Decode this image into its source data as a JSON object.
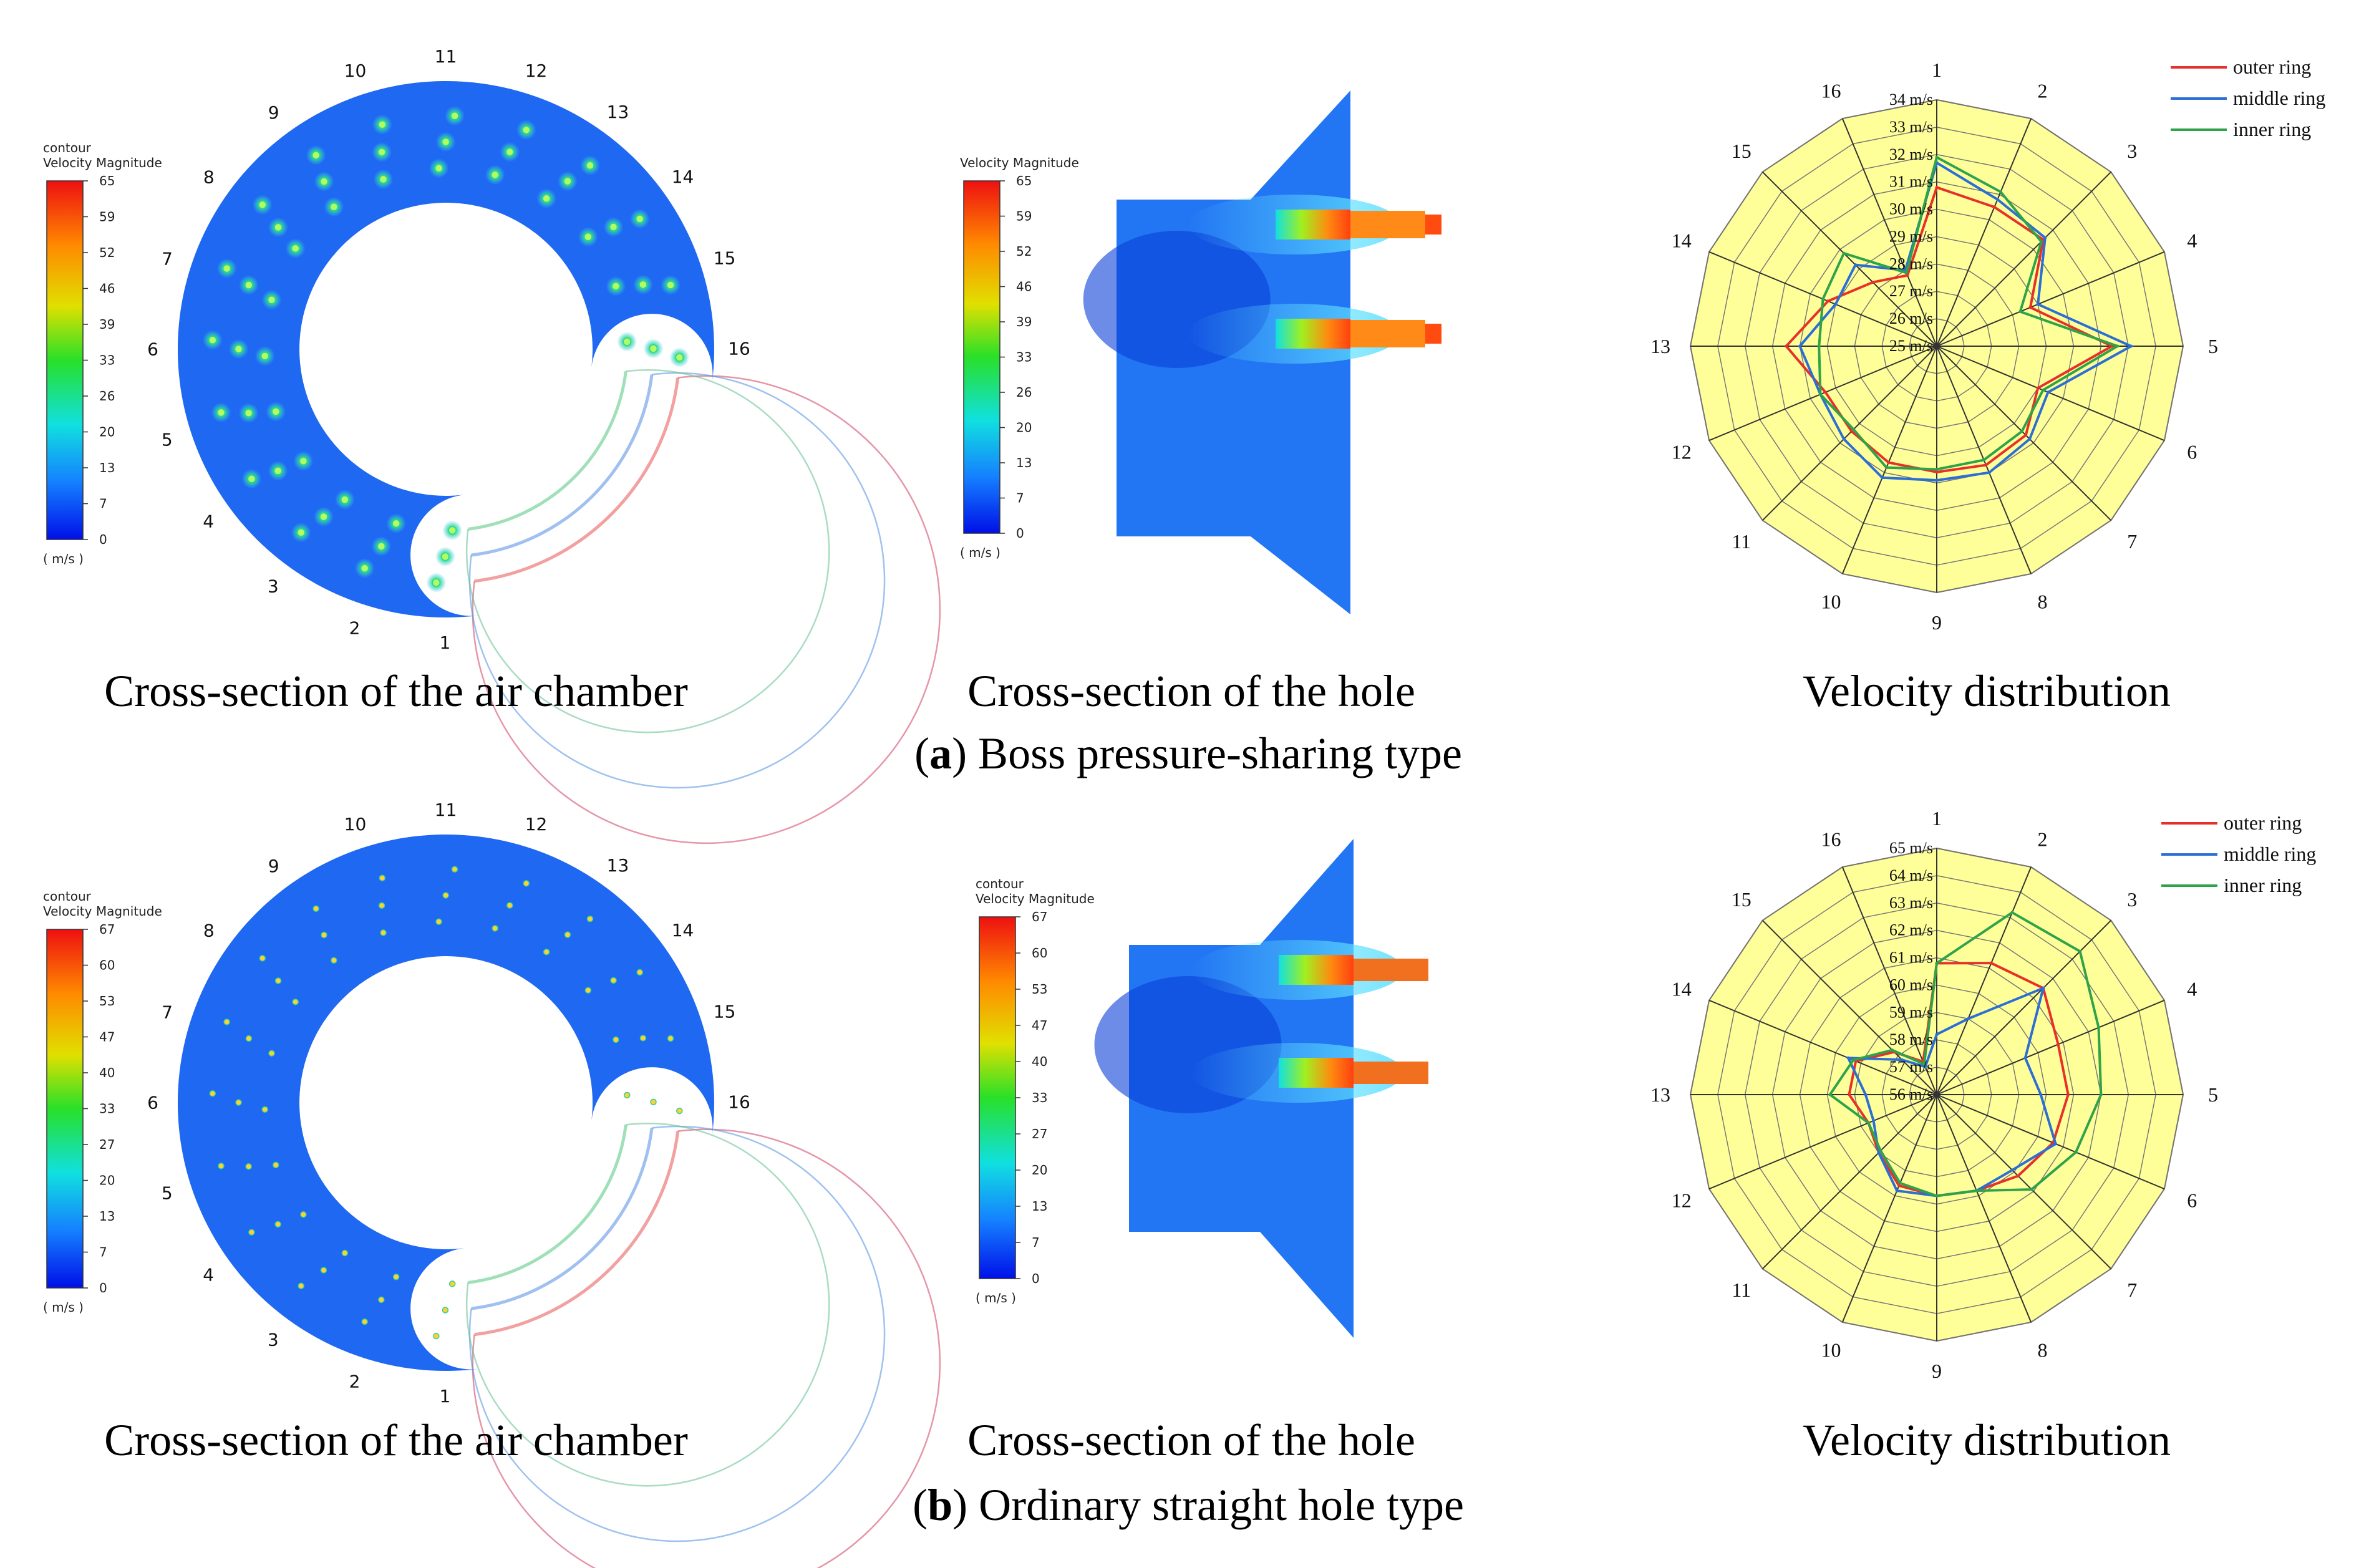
{
  "rows": [
    {
      "caption_letter": "a",
      "caption_text": "Boss pressure-sharing type",
      "chamber": {
        "caption": "Cross-section of the air chamber",
        "legend_header": "contour",
        "legend_title": "Velocity Magnitude",
        "legend_unit": "( m/s )",
        "legend_ticks": [
          "65",
          "59",
          "52",
          "46",
          "39",
          "33",
          "26",
          "20",
          "13",
          "7",
          "0"
        ],
        "hole_labels": [
          "1",
          "2",
          "3",
          "4",
          "5",
          "6",
          "7",
          "8",
          "9",
          "10",
          "11",
          "12",
          "13",
          "14",
          "15",
          "16"
        ]
      },
      "hole": {
        "caption": "Cross-section of the hole",
        "legend_header": "",
        "legend_title": "Velocity Magnitude",
        "legend_unit": "( m/s )",
        "legend_ticks": [
          "65",
          "59",
          "52",
          "46",
          "39",
          "33",
          "26",
          "20",
          "13",
          "7",
          "0"
        ]
      },
      "radar_caption": "Velocity distribution"
    },
    {
      "caption_letter": "b",
      "caption_text": "Ordinary straight hole type",
      "chamber": {
        "caption": "Cross-section of the air chamber",
        "legend_header": "contour",
        "legend_title": "Velocity Magnitude",
        "legend_unit": "( m/s )",
        "legend_ticks": [
          "67",
          "60",
          "53",
          "47",
          "40",
          "33",
          "27",
          "20",
          "13",
          "7",
          "0"
        ],
        "hole_labels": [
          "1",
          "2",
          "3",
          "4",
          "5",
          "6",
          "7",
          "8",
          "9",
          "10",
          "11",
          "12",
          "13",
          "14",
          "15",
          "16"
        ]
      },
      "hole": {
        "caption": "Cross-section of the hole",
        "legend_header": "contour",
        "legend_title": "Velocity Magnitude",
        "legend_unit": "( m/s )",
        "legend_ticks": [
          "67",
          "60",
          "53",
          "47",
          "40",
          "33",
          "27",
          "20",
          "13",
          "7",
          "0"
        ]
      },
      "radar_caption": "Velocity distribution"
    }
  ],
  "colors": {
    "radar_fill": "#ffff99",
    "outer_ring": "#e8302a",
    "middle_ring": "#2b6fd6",
    "inner_ring": "#2ea34a",
    "chamber_fill": "#1a5cf0",
    "jet_core": "#ff5a10"
  },
  "chart_data": [
    {
      "type": "radar",
      "title": "",
      "categories": [
        "1",
        "2",
        "3",
        "4",
        "5",
        "6",
        "7",
        "8",
        "9",
        "10",
        "11",
        "12",
        "13",
        "14",
        "15",
        "16"
      ],
      "radial_ticks": [
        "25 m/s",
        "26 m/s",
        "27 m/s",
        "28 m/s",
        "29 m/s",
        "30 m/s",
        "31 m/s",
        "32 m/s",
        "33 m/s",
        "34 m/s"
      ],
      "rlim": [
        25,
        34
      ],
      "legend_position": "top-right",
      "series": [
        {
          "name": "outer ring",
          "values": [
            30.8,
            30.5,
            30.5,
            28.7,
            31.4,
            29.0,
            29.6,
            29.7,
            29.6,
            29.6,
            29.4,
            29.4,
            30.5,
            29.3,
            28.3,
            27.8
          ]
        },
        {
          "name": "middle ring",
          "values": [
            31.7,
            30.8,
            30.6,
            29.0,
            32.1,
            29.4,
            29.8,
            30.0,
            29.9,
            30.2,
            29.8,
            29.6,
            30.0,
            29.0,
            29.2,
            28.0
          ]
        },
        {
          "name": "inner ring",
          "values": [
            31.9,
            31.1,
            30.4,
            28.3,
            31.6,
            29.2,
            29.4,
            29.5,
            29.5,
            29.8,
            29.3,
            29.6,
            29.3,
            29.5,
            29.8,
            27.9
          ]
        }
      ]
    },
    {
      "type": "radar",
      "title": "",
      "categories": [
        "1",
        "2",
        "3",
        "4",
        "5",
        "6",
        "7",
        "8",
        "9",
        "10",
        "11",
        "12",
        "13",
        "14",
        "15",
        "16"
      ],
      "radial_ticks": [
        "56 m/s",
        "57 m/s",
        "58 m/s",
        "59 m/s",
        "60 m/s",
        "61 m/s",
        "62 m/s",
        "63 m/s",
        "64 m/s",
        "65 m/s"
      ],
      "rlim": [
        56,
        65
      ],
      "legend_position": "top-right",
      "series": [
        {
          "name": "outer ring",
          "values": [
            60.8,
            61.2,
            61.5,
            60.8,
            60.8,
            60.6,
            60.2,
            59.8,
            59.7,
            59.6,
            59.0,
            58.7,
            59.2,
            59.2,
            58.2,
            57.3
          ]
        },
        {
          "name": "middle ring",
          "values": [
            58.2,
            59.0,
            61.5,
            59.5,
            59.8,
            60.7,
            59.9,
            59.8,
            59.7,
            59.8,
            59.0,
            58.5,
            58.6,
            59.5,
            57.8,
            57.1
          ]
        },
        {
          "name": "inner ring",
          "values": [
            60.8,
            63.2,
            63.4,
            62.4,
            62.0,
            61.5,
            60.9,
            59.8,
            59.7,
            59.5,
            58.9,
            58.7,
            59.9,
            59.3,
            58.3,
            57.2
          ]
        }
      ]
    }
  ]
}
